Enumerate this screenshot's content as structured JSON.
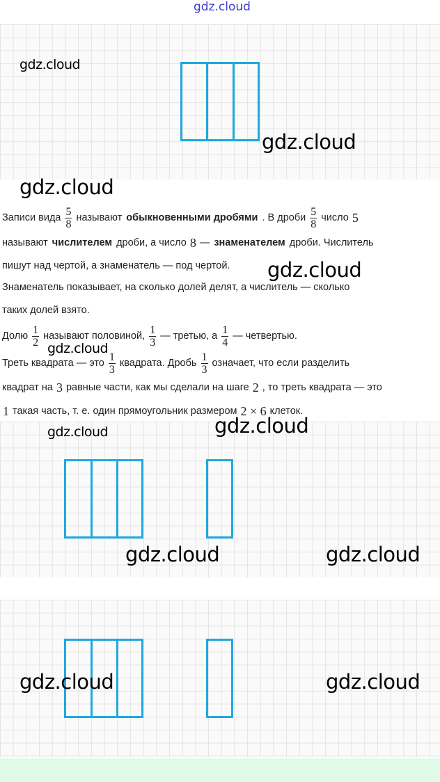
{
  "top_watermark": "gdz.cloud",
  "watermark": "gdz.cloud",
  "text_lines": [
    [
      {
        "t": "Записи вида"
      },
      {
        "f": [
          "5",
          "8"
        ]
      },
      {
        "t": "называют"
      },
      {
        "b": "обыкновенными дробями"
      },
      {
        "t": ". В дроби"
      },
      {
        "f": [
          "5",
          "8"
        ]
      },
      {
        "t": "число"
      },
      {
        "m": "5"
      }
    ],
    [
      {
        "t": "называют"
      },
      {
        "b": "числителем"
      },
      {
        "t": "дроби, а число"
      },
      {
        "m": "8"
      },
      {
        "t": "—"
      },
      {
        "b": "знаменателем"
      },
      {
        "t": "дроби. Числитель"
      }
    ],
    [
      {
        "t": "пишут над чертой, а знаменатель — под чертой."
      }
    ],
    [
      {
        "t": "Знаменатель показывает, на сколько долей делят, а числитель — сколько"
      }
    ],
    [
      {
        "t": "таких долей взято."
      }
    ],
    [
      {
        "t": "Долю"
      },
      {
        "f": [
          "1",
          "2"
        ]
      },
      {
        "t": "называют половиной,"
      },
      {
        "f": [
          "1",
          "3"
        ]
      },
      {
        "t": "— третью, а"
      },
      {
        "f": [
          "1",
          "4"
        ]
      },
      {
        "t": "— четвертью."
      }
    ],
    [
      {
        "t": "Треть квадрата — это"
      },
      {
        "f": [
          "1",
          "3"
        ]
      },
      {
        "t": "квадрата. Дробь"
      },
      {
        "f": [
          "1",
          "3"
        ]
      },
      {
        "t": "означает, что если разделить"
      }
    ],
    [
      {
        "t": "квадрат на"
      },
      {
        "m": "3"
      },
      {
        "t": "равные части, как мы сделали на шаге"
      },
      {
        "m": "2"
      },
      {
        "t": ", то треть квадрата — это"
      }
    ],
    [
      {
        "m": "1"
      },
      {
        "t": "такая часть, т. е. один прямоугольник размером"
      },
      {
        "m": "2 × 6"
      },
      {
        "t": "клеток."
      }
    ]
  ],
  "colors": {
    "stroke": "#1fa8e0",
    "footer": "#e0fbe8"
  }
}
